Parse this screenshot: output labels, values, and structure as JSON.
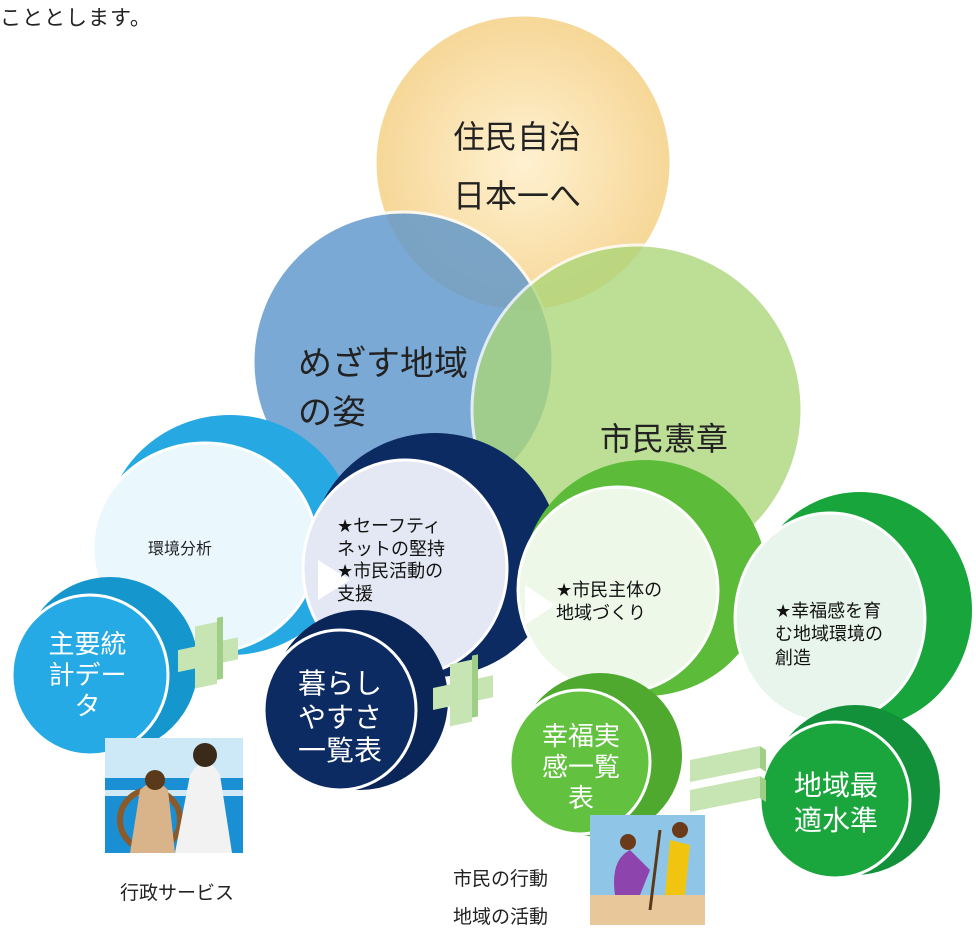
{
  "intro_text": "こととします。",
  "circles": {
    "jumin_jichi": "住民自治\n日本一へ",
    "mezasu": "めざす地域\nの姿",
    "kensho": "市民憲章",
    "kankyo": "環境分析",
    "safety": "★セーフティ\nネットの堅持\n★市民活動の\n支援",
    "shimin_shutai": "★市民主体の\n地域づくり",
    "kofuku_kan": "★幸福感を育\nむ地域環境の\n創造",
    "tokei": "主要統\n計デー\nタ",
    "kurashi": "暮らし\nやすさ\n一覧表",
    "jikkan": "幸福実\n感一覧\n表",
    "saiteki": "地域最\n適水準"
  },
  "captions": {
    "gyosei": "行政サービス",
    "shimin_kodo": "市民の行動",
    "chiiki_katsudo": "地域の活動"
  },
  "colors": {
    "yellow": "#f6dca0",
    "blue": "#6fa3d3",
    "green_light": "#b9dc8c",
    "cyan": "#2aaee6",
    "navy": "#0c2a5e",
    "green": "#62c13e",
    "green_dark": "#1aa63c",
    "plus": "#c5e3b0"
  }
}
